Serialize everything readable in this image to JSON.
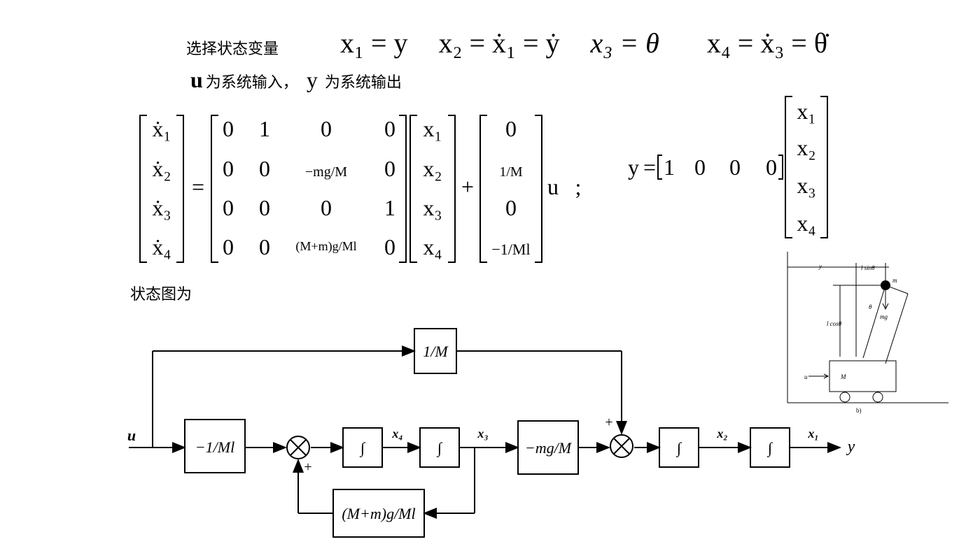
{
  "header": {
    "select_state_label": "选择状态变量",
    "input_output_note": "为系统输入，",
    "output_note": "为系统输出",
    "state_diagram_label": "状态图为",
    "u_symbol": "u",
    "y_symbol": "y"
  },
  "state_definitions": {
    "x1": "x₁ = y",
    "x2": "x₂ = ẋ₁ = ẏ",
    "x3": "x₃ = θ",
    "x4": "x₄ = ẋ₃ = θ̇"
  },
  "state_equation": {
    "lhs": [
      "ẋ₁",
      "ẋ₂",
      "ẋ₃",
      "ẋ₄"
    ],
    "A": [
      [
        "0",
        "1",
        "0",
        "0"
      ],
      [
        "0",
        "0",
        "−mg/M",
        "0"
      ],
      [
        "0",
        "0",
        "0",
        "1"
      ],
      [
        "0",
        "0",
        "(M+m)g/Ml",
        "0"
      ]
    ],
    "x": [
      "x₁",
      "x₂",
      "x₃",
      "x₄"
    ],
    "B": [
      "0",
      "1/M",
      "0",
      "−1/Ml"
    ],
    "u": "u",
    "separator": ";"
  },
  "output_equation": {
    "y": "y",
    "C": [
      "1",
      "0",
      "0",
      "0"
    ],
    "x": [
      "x₁",
      "x₂",
      "x₃",
      "x₄"
    ]
  },
  "block_diagram": {
    "input_label": "u",
    "output_label": "y",
    "blocks": {
      "gain_input": "−1/Ml",
      "feedforward": "1/M",
      "integrator": "∫",
      "gain_mid": "−mg/M",
      "feedback": "(M+m)g/Ml"
    },
    "signals": [
      "x₄",
      "x₃",
      "x₂",
      "x₁"
    ],
    "plus_sign": "+"
  },
  "pendulum_figure": {
    "labels": [
      "y",
      "l sinθ",
      "m",
      "θ",
      "mg",
      "l cosθ",
      "u",
      "M",
      "b)"
    ]
  }
}
